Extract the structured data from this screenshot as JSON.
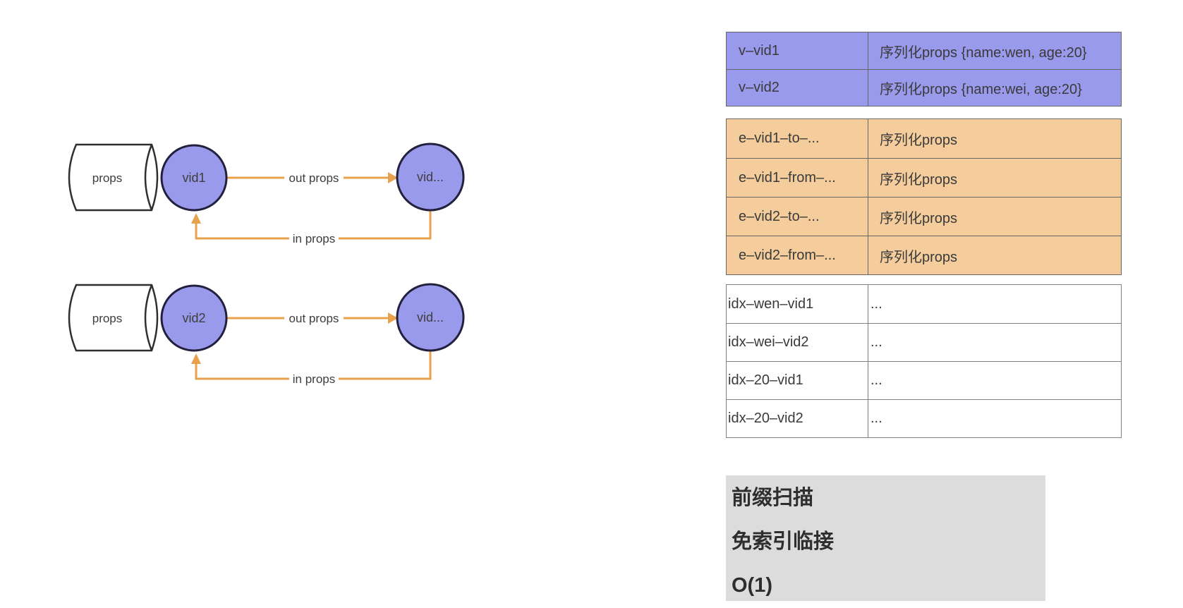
{
  "colors": {
    "node_fill": "#9a9aec",
    "node_stroke": "#23203d",
    "arrow": "#e8a14c",
    "purple_cell": "#9a9aec",
    "orange_cell": "#f5cd9c",
    "gray_box": "#dcdcdc",
    "table_border": "#666666"
  },
  "diagrams": [
    {
      "db_label": "props",
      "node": "vid1",
      "target": "vid...",
      "out_label": "out props",
      "in_label": "in props"
    },
    {
      "db_label": "props",
      "node": "vid2",
      "target": "vid...",
      "out_label": "out props",
      "in_label": "in props"
    }
  ],
  "vertex_table": {
    "rows": [
      {
        "key": "v–vid1",
        "value": "序列化props {name:wen, age:20}"
      },
      {
        "key": "v–vid2",
        "value": "序列化props {name:wei, age:20}"
      }
    ]
  },
  "edge_table": {
    "rows": [
      {
        "key": "e–vid1–to–...",
        "value": "序列化props"
      },
      {
        "key": "e–vid1–from–...",
        "value": "序列化props"
      },
      {
        "key": "e–vid2–to–...",
        "value": "序列化props"
      },
      {
        "key": "e–vid2–from–...",
        "value": "序列化props"
      }
    ]
  },
  "index_table": {
    "rows": [
      {
        "key": "idx–wen–vid1",
        "value": "..."
      },
      {
        "key": "idx–wei–vid2",
        "value": "..."
      },
      {
        "key": "idx–20–vid1",
        "value": "..."
      },
      {
        "key": "idx–20–vid2",
        "value": "..."
      }
    ]
  },
  "notes": {
    "lines": [
      "前缀扫描",
      "免索引临接",
      "O(1)"
    ]
  }
}
